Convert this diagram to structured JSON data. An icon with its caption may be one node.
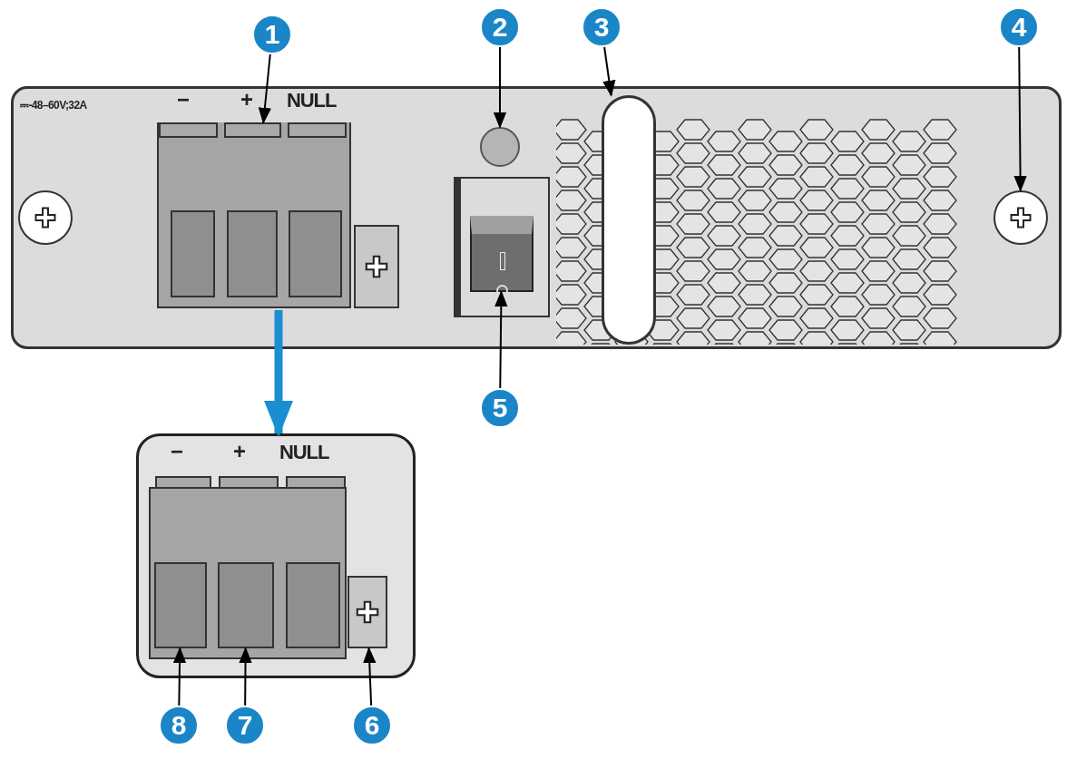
{
  "diagram": {
    "nodes": [
      {
        "text": [
          "1"
        ]
      },
      {
        "text": [
          "2"
        ]
      },
      {
        "text": [
          "3"
        ]
      },
      {
        "text": [
          "4"
        ]
      },
      {
        "text": [
          "5"
        ]
      },
      {
        "text": [
          "8"
        ]
      },
      {
        "text": [
          "7"
        ]
      },
      {
        "text": [
          "6"
        ]
      },
      {
        "text": [],
        "shape": "box"
      },
      {
        "text": [],
        "shape": "circle",
        "in": 8
      },
      {
        "text": [],
        "shape": "box",
        "in": 8
      },
      {
        "text": [],
        "shape": "box",
        "in": 10
      },
      {
        "text": [],
        "shape": "box",
        "in": 10
      },
      {
        "text": [],
        "shape": "box",
        "in": 10
      },
      {
        "text": [],
        "shape": "box",
        "in": 8
      },
      {
        "text": [],
        "shape": "circle",
        "in": 8
      },
      {
        "text": [],
        "shape": "box",
        "in": 8
      },
      {
        "text": [],
        "shape": "box",
        "in": 16
      },
      {
        "text": [],
        "shape": "bar",
        "in": 8
      },
      {
        "text": [],
        "shape": "circle",
        "in": 8
      },
      {
        "text": [],
        "shape": "box"
      },
      {
        "text": [],
        "shape": "box",
        "in": 20
      },
      {
        "text": [],
        "shape": "box",
        "in": 21
      },
      {
        "text": [],
        "shape": "box",
        "in": 21
      },
      {
        "text": [],
        "shape": "box",
        "in": 21
      },
      {
        "text": [],
        "shape": "box",
        "in": 20
      }
    ],
    "edges": [
      {
        "from": 0,
        "to": 10,
        "arrow": "to"
      },
      {
        "from": 1,
        "to": 15,
        "arrow": "to"
      },
      {
        "from": 2,
        "to": 18,
        "arrow": "to"
      },
      {
        "from": 3,
        "to": 19,
        "arrow": "to"
      },
      {
        "from": 4,
        "to": 17,
        "arrow": "to"
      },
      {
        "from": 5,
        "to": 22,
        "arrow": "to"
      },
      {
        "from": 6,
        "to": 23,
        "arrow": "to"
      },
      {
        "from": 7,
        "to": 25,
        "arrow": "to"
      },
      {
        "from": 10,
        "to": 20,
        "arrow": "to",
        "style": "thick",
        "color": "#1a8fd0"
      }
    ],
    "labels": [
      "⎓-48–60V;32A",
      "−",
      "+",
      "NULL",
      "−",
      "+",
      "NULL"
    ]
  }
}
